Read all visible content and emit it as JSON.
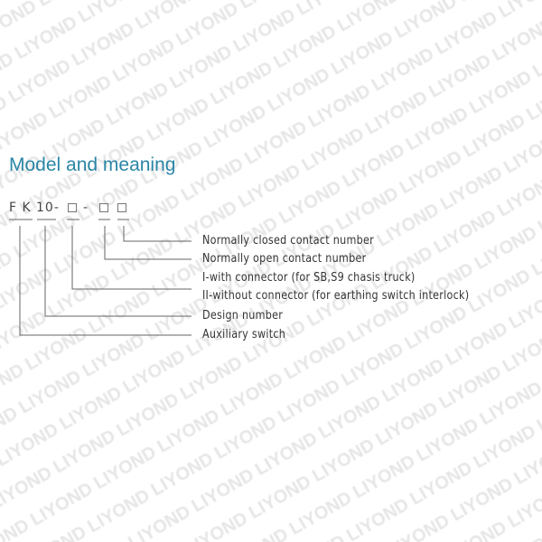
{
  "watermark": "LIYOND",
  "title": "Model and meaning",
  "model_code": {
    "prefix": "F K",
    "series": "10-",
    "dash": "-"
  },
  "meanings": [
    "Normally closed contact number",
    "Normally open contact number",
    "I-with connector (for SB,S9 chasis truck)",
    "II-without connector (for earthing switch interlock)",
    "Design number",
    "Auxiliary switch"
  ],
  "colors": {
    "title": "#2a86a6",
    "text": "#333333",
    "line": "#666666",
    "watermark": "#e6e6e6"
  }
}
